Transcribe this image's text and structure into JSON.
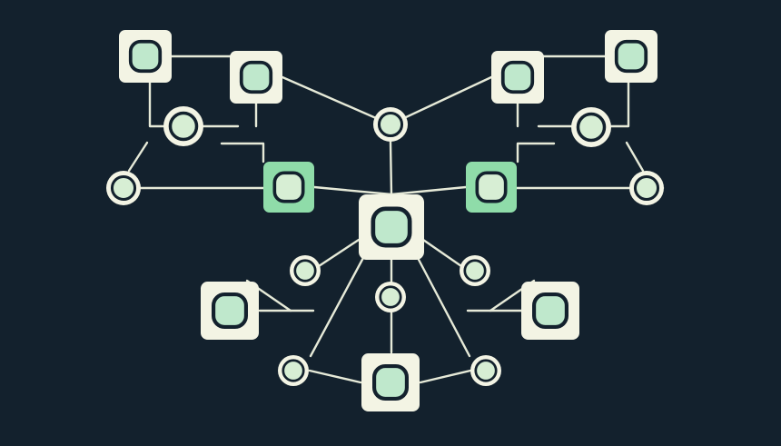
{
  "diagram": {
    "type": "network-topology",
    "text_labels": [],
    "colors": {
      "background": "#13212d",
      "line": "#e6ead8",
      "node_fill": "#f3f4e4",
      "node_inner_mint": "#bfe8cc",
      "node_inner_light": "#d7eed4",
      "node_ring": "#13212d",
      "accent_fill": "#8fdca9"
    },
    "nodes": [
      {
        "id": "hub-center",
        "shape": "square",
        "variant": "light"
      },
      {
        "id": "hub-top",
        "shape": "circle",
        "variant": "light"
      },
      {
        "id": "left-branch-square-top",
        "shape": "square",
        "variant": "light"
      },
      {
        "id": "left-branch-square-inner",
        "shape": "square",
        "variant": "light"
      },
      {
        "id": "left-branch-circle-mid",
        "shape": "circle",
        "variant": "light"
      },
      {
        "id": "left-branch-circle-outer",
        "shape": "circle",
        "variant": "light"
      },
      {
        "id": "left-accent-node",
        "shape": "square",
        "variant": "accent"
      },
      {
        "id": "right-branch-square-top",
        "shape": "square",
        "variant": "light"
      },
      {
        "id": "right-branch-square-inner",
        "shape": "square",
        "variant": "light"
      },
      {
        "id": "right-branch-circle-mid",
        "shape": "circle",
        "variant": "light"
      },
      {
        "id": "right-branch-circle-outer",
        "shape": "circle",
        "variant": "light"
      },
      {
        "id": "right-accent-node",
        "shape": "square",
        "variant": "accent"
      },
      {
        "id": "lower-left-circle",
        "shape": "circle",
        "variant": "light"
      },
      {
        "id": "lower-left-square",
        "shape": "square",
        "variant": "light"
      },
      {
        "id": "lower-left-bottom-circle",
        "shape": "circle",
        "variant": "light"
      },
      {
        "id": "lower-center-circle",
        "shape": "circle",
        "variant": "light"
      },
      {
        "id": "lower-center-square",
        "shape": "square",
        "variant": "light"
      },
      {
        "id": "lower-right-circle",
        "shape": "circle",
        "variant": "light"
      },
      {
        "id": "lower-right-square",
        "shape": "square",
        "variant": "light"
      },
      {
        "id": "lower-right-bottom-circle",
        "shape": "circle",
        "variant": "light"
      }
    ]
  }
}
